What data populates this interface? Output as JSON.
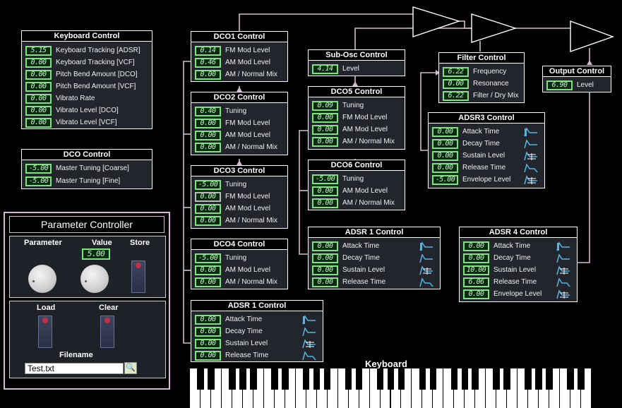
{
  "keyboard_control": {
    "title": "Keyboard Control",
    "rows": [
      {
        "value": "5.15",
        "label": "Keyboard Tracking [ADSR]"
      },
      {
        "value": "0.00",
        "label": "Keyboard Tracking [VCF]"
      },
      {
        "value": "0.00",
        "label": "Pitch Bend Amount [DCO]"
      },
      {
        "value": "0.00",
        "label": "Pitch Bend Amount [VCF]"
      },
      {
        "value": "0.00",
        "label": "Vibrato Rate"
      },
      {
        "value": "0.00",
        "label": "Vibrato Level [DCO]"
      },
      {
        "value": "0.00",
        "label": "Vibrato Level [VCF]"
      }
    ]
  },
  "dco_control": {
    "title": "DCO Control",
    "rows": [
      {
        "value": "-5.00",
        "label": "Master Tuning [Coarse]"
      },
      {
        "value": "-5.00",
        "label": "Master Tuning [Fine]"
      }
    ]
  },
  "dco1": {
    "title": "DCO1 Control",
    "rows": [
      {
        "value": "0.14",
        "label": "FM Mod Level"
      },
      {
        "value": "0.46",
        "label": "AM Mod Level"
      },
      {
        "value": "0.00",
        "label": "AM / Normal Mix"
      }
    ]
  },
  "dco2": {
    "title": "DCO2 Control",
    "rows": [
      {
        "value": "0.40",
        "label": "Tuning"
      },
      {
        "value": "0.00",
        "label": "FM Mod Level"
      },
      {
        "value": "0.00",
        "label": "AM Mod Level"
      },
      {
        "value": "0.00",
        "label": "AM / Normal Mix"
      }
    ]
  },
  "dco3": {
    "title": "DCO3 Control",
    "rows": [
      {
        "value": "-5.00",
        "label": "Tuning"
      },
      {
        "value": "0.00",
        "label": "FM Mod Level"
      },
      {
        "value": "0.00",
        "label": "AM Mod Level"
      },
      {
        "value": "0.00",
        "label": "AM / Normal Mix"
      }
    ]
  },
  "dco4": {
    "title": "DCO4 Control",
    "rows": [
      {
        "value": "-5.00",
        "label": "Tuning"
      },
      {
        "value": "0.00",
        "label": "AM Mod Level"
      },
      {
        "value": "0.00",
        "label": "AM / Normal Mix"
      }
    ]
  },
  "adsr1_left": {
    "title": "ADSR 1 Control",
    "rows": [
      {
        "value": "0.00",
        "label": "Attack Time"
      },
      {
        "value": "0.00",
        "label": "Decay Time"
      },
      {
        "value": "0.00",
        "label": "Sustain Level"
      },
      {
        "value": "0.00",
        "label": "Release Time"
      }
    ]
  },
  "sub_osc": {
    "title": "Sub-Osc Control",
    "rows": [
      {
        "value": "4.14",
        "label": "Level"
      }
    ]
  },
  "dco5": {
    "title": "DCO5 Control",
    "rows": [
      {
        "value": "0.09",
        "label": "Tuning"
      },
      {
        "value": "0.00",
        "label": "FM Mod Level"
      },
      {
        "value": "0.00",
        "label": "AM Mod Level"
      },
      {
        "value": "0.00",
        "label": "AM / Normal Mix"
      }
    ]
  },
  "dco6": {
    "title": "DCO6 Control",
    "rows": [
      {
        "value": "-5.00",
        "label": "Tuning"
      },
      {
        "value": "0.00",
        "label": "AM Mod Level"
      },
      {
        "value": "0.00",
        "label": "AM / Normal Mix"
      }
    ]
  },
  "adsr1_mid": {
    "title": "ADSR 1 Control",
    "rows": [
      {
        "value": "0.00",
        "label": "Attack Time"
      },
      {
        "value": "0.00",
        "label": "Decay Time"
      },
      {
        "value": "0.00",
        "label": "Sustain Level"
      },
      {
        "value": "0.00",
        "label": "Release Time"
      }
    ]
  },
  "filter": {
    "title": "Filter Control",
    "rows": [
      {
        "value": "6.22",
        "label": "Frequency"
      },
      {
        "value": "0.00",
        "label": "Resonance"
      },
      {
        "value": "6.22",
        "label": "Filter / Dry Mix"
      }
    ]
  },
  "adsr3": {
    "title": "ADSR3 Control",
    "rows": [
      {
        "value": "0.00",
        "label": "Attack Time"
      },
      {
        "value": "0.00",
        "label": "Decay Time"
      },
      {
        "value": "0.00",
        "label": "Sustain Level"
      },
      {
        "value": "0.00",
        "label": "Release Time"
      },
      {
        "value": "-5.00",
        "label": "Envelope Level"
      }
    ]
  },
  "output": {
    "title": "Output Control",
    "rows": [
      {
        "value": "6.90",
        "label": "Level"
      }
    ]
  },
  "adsr4": {
    "title": "ADSR 4 Control",
    "rows": [
      {
        "value": "0.00",
        "label": "Attack Time"
      },
      {
        "value": "0.00",
        "label": "Decay Time"
      },
      {
        "value": "10.00",
        "label": "Sustain Level"
      },
      {
        "value": "6.06",
        "label": "Release Time"
      },
      {
        "value": "0.00",
        "label": "Envelope Level"
      }
    ]
  },
  "param": {
    "title": "Parameter Controller",
    "parameter_label": "Parameter",
    "value_label": "Value",
    "store_label": "Store",
    "value": "5.00",
    "load_label": "Load",
    "clear_label": "Clear",
    "filename_label": "Filename",
    "filename": "Test.txt"
  },
  "keyboard": {
    "title": "Keyboard"
  },
  "colors": {
    "lcd_border": "#7ee37e",
    "wire": "#d6b9d0",
    "env_icon": "#4fb8e8"
  }
}
